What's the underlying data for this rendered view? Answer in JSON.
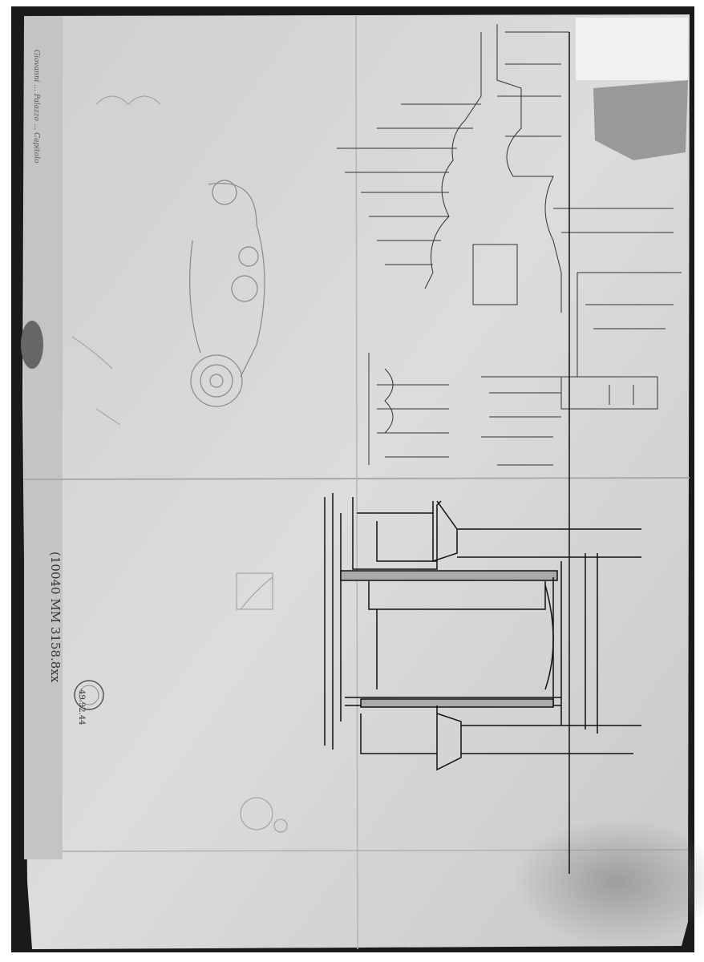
{
  "artwork": {
    "inscription": "Giovanni ... Palazzo ... Capitolo",
    "accession_note": "(10040 MM 3158.8xx",
    "accession_number": "49.92.44",
    "stamp": "museum collection stamp",
    "colors": {
      "paper": "#d6d6d4",
      "ink": "#222222",
      "background": "#1a1a1a"
    }
  }
}
